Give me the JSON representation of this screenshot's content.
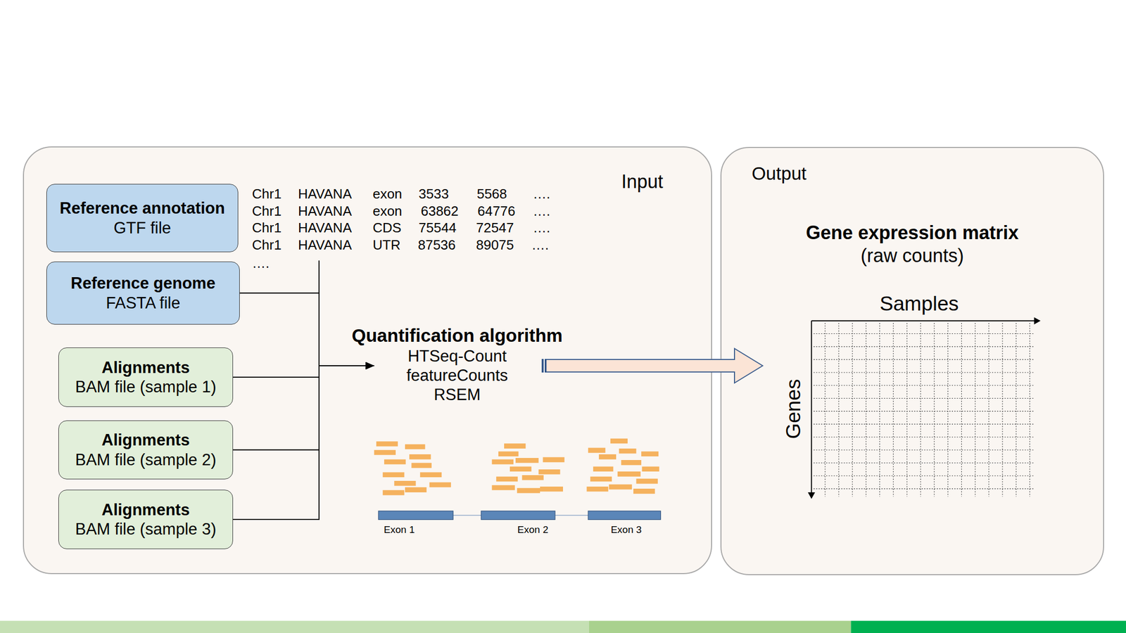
{
  "diagram": {
    "nodes": [
      {
        "text": [
          "Input"
        ]
      },
      {
        "text": [
          "Reference annotation",
          "GTF file"
        ],
        "in": 0
      },
      {
        "text": [
          "Reference genome",
          "FASTA file"
        ],
        "in": 0
      },
      {
        "text": [
          "Alignments",
          "BAM file (sample 1)"
        ],
        "in": 0
      },
      {
        "text": [
          "Alignments",
          "BAM file (sample 2)"
        ],
        "in": 0
      },
      {
        "text": [
          "Alignments",
          "BAM file (sample 3)"
        ],
        "in": 0
      },
      {
        "text": [
          "Quantification algorithm",
          "HTSeq-Count",
          "featureCounts",
          "RSEM"
        ],
        "in": 0
      },
      {
        "text": [
          "Output",
          "Gene expression matrix",
          "(raw counts)"
        ]
      }
    ],
    "edges": [
      {
        "from": 2,
        "to": 6,
        "arrow": "to"
      },
      {
        "from": 3,
        "to": 6,
        "arrow": "to"
      },
      {
        "from": 4,
        "to": 6,
        "arrow": "to"
      },
      {
        "from": 5,
        "to": 6,
        "arrow": "to"
      },
      {
        "from": 6,
        "to": 7,
        "arrow": "to"
      }
    ],
    "labels": [
      "Chr1",
      "HAVANA",
      "exon",
      "3533",
      "5568",
      "….",
      "Chr1",
      "HAVANA",
      "exon",
      "63862",
      "64776",
      "….",
      "Chr1",
      "HAVANA",
      "CDS",
      "75544",
      "72547",
      "….",
      "Chr1",
      "HAVANA",
      "UTR",
      "87536",
      "89075",
      "….",
      "….",
      "Exon 1",
      "Exon 2",
      "Exon 3",
      "Samples",
      "Genes"
    ]
  }
}
